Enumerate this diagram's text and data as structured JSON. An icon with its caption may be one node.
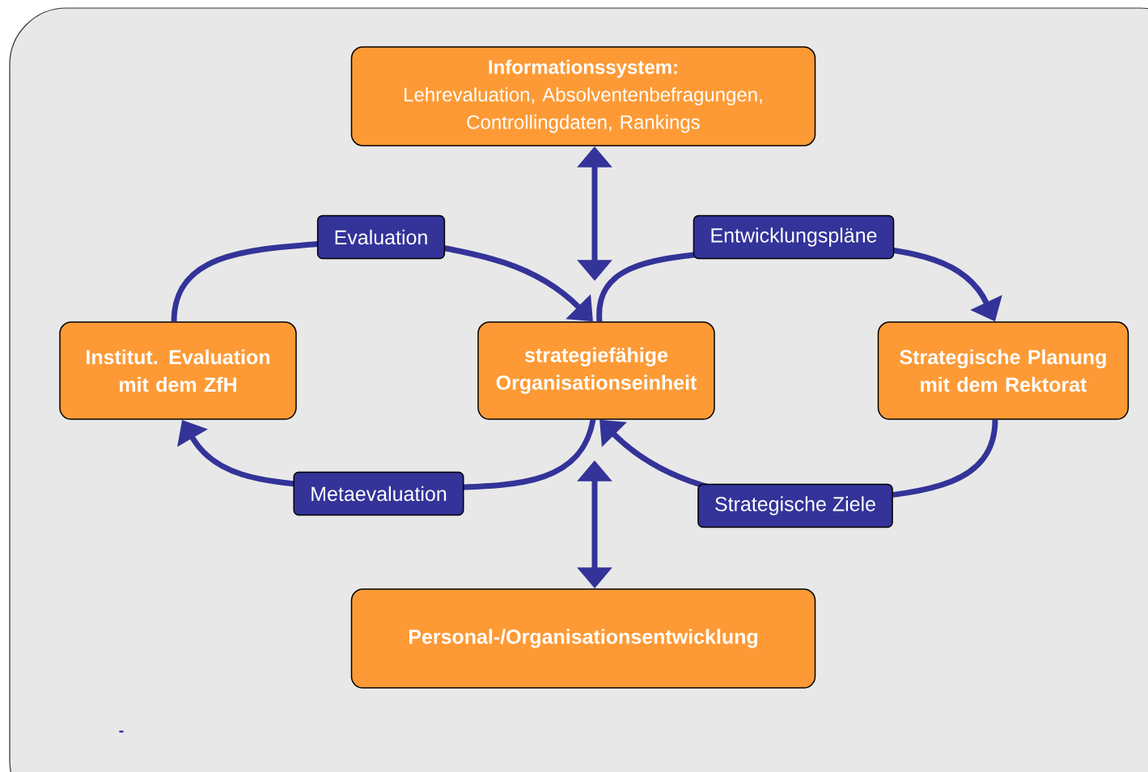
{
  "diagram": {
    "nodes": [
      {
        "text": [
          "Informationssystem:",
          "Lehrevaluation, Absolventenbefragungen, Controllingdaten, Rankings"
        ]
      },
      {
        "text": [
          "Institut. Evaluation mit dem ZfH"
        ]
      },
      {
        "text": [
          "strategiefähige Organisationseinheit"
        ]
      },
      {
        "text": [
          "Strategische Planung mit dem Rektorat"
        ]
      },
      {
        "text": [
          "Personal-/Organisationsentwicklung"
        ]
      }
    ],
    "edges": [
      {
        "from": 0,
        "to": 2,
        "arrow": "both"
      },
      {
        "from": 1,
        "to": 2,
        "arrow": "to",
        "label": "Evaluation"
      },
      {
        "from": 2,
        "to": 3,
        "arrow": "to",
        "label": "Entwicklungspläne"
      },
      {
        "from": 3,
        "to": 2,
        "arrow": "to",
        "label": "Strategische Ziele"
      },
      {
        "from": 2,
        "to": 1,
        "arrow": "to",
        "label": "Metaevaluation"
      },
      {
        "from": 2,
        "to": 4,
        "arrow": "both"
      }
    ],
    "labels": [
      "-"
    ]
  }
}
